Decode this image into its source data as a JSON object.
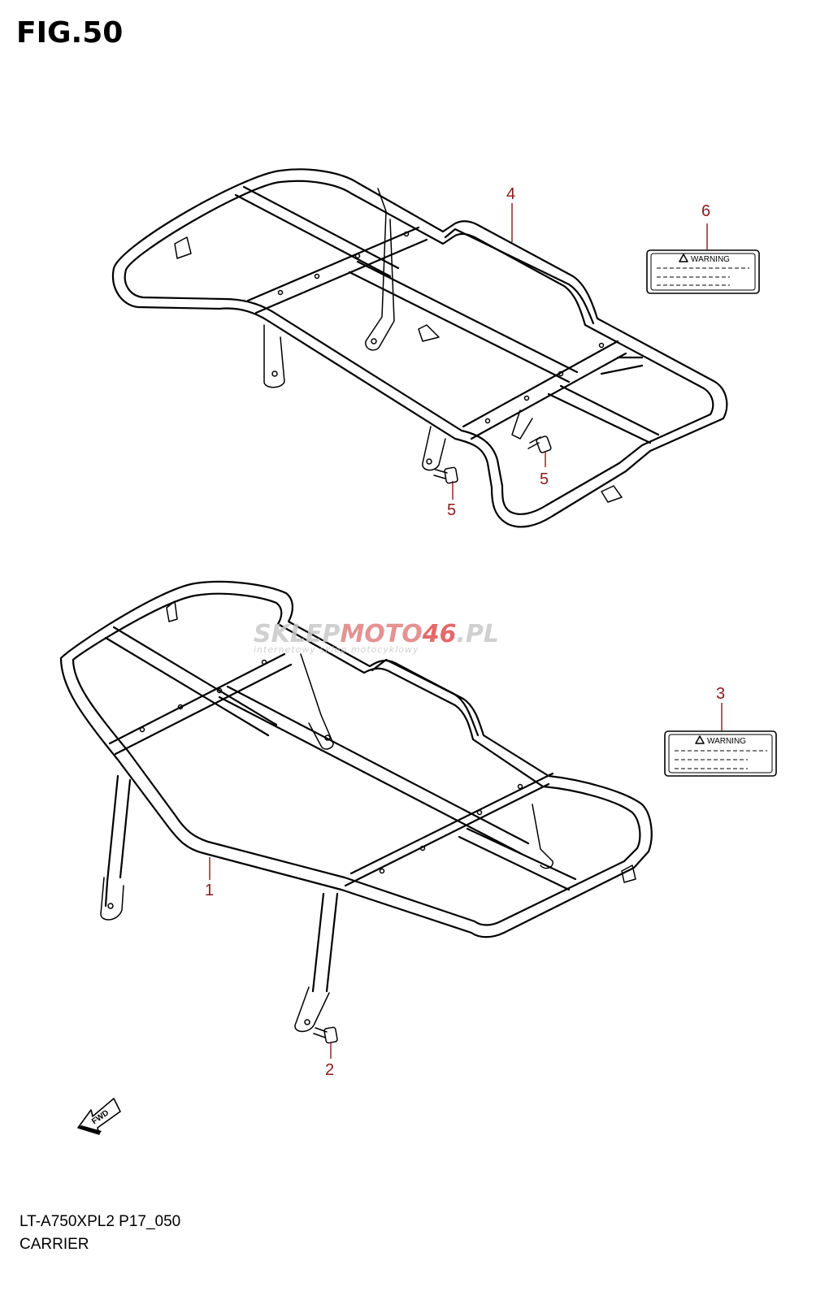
{
  "figure": {
    "title": "FIG.50"
  },
  "callouts": [
    {
      "id": "upper-carrier",
      "number": "4"
    },
    {
      "id": "warning-label-upper",
      "number": "6"
    },
    {
      "id": "bolt-upper-left",
      "number": "5"
    },
    {
      "id": "bolt-upper-right",
      "number": "5"
    },
    {
      "id": "lower-carrier",
      "number": "1"
    },
    {
      "id": "warning-label-lower",
      "number": "3"
    },
    {
      "id": "bolt-lower",
      "number": "2"
    }
  ],
  "warning_label": {
    "text": "WARNING"
  },
  "watermark": {
    "brand_gray": "SKLEP",
    "brand_red": "MOTO",
    "brand_box": "46",
    "brand_suffix": ".PL",
    "tagline": "internetowy sklep motocyklowy"
  },
  "fwd_arrow": {
    "text": "FWD"
  },
  "footer": {
    "model": "LT-A750XPL2 P17_050",
    "name": "CARRIER"
  },
  "colors": {
    "callout": "#8b1a1a",
    "watermark_gray": "#c8c8c8",
    "watermark_red": "#e05050"
  }
}
